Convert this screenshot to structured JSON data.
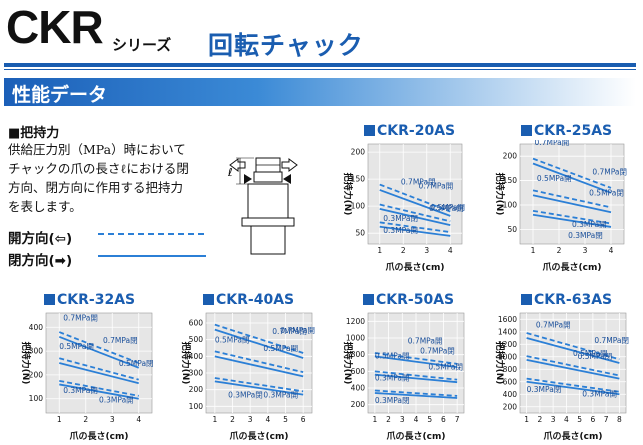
{
  "header": {
    "series_code": "CKR",
    "series_suffix": "シリーズ",
    "product_name": "回転チャック"
  },
  "section_band": {
    "title": "性能データ"
  },
  "grip_force": {
    "heading": "■把持力",
    "description": "供給圧力別（MPa）時において\nチャックの爪の長さℓにおける閉\n方向、閉方向に作用する把持力\nを表します。",
    "diagram_length_symbol": "ℓ",
    "legend_open": "開方向(⇦)",
    "legend_close": "閉方向(➡)"
  },
  "colors": {
    "accent": "#1a5db0",
    "chart_bg": "#e6e6e6",
    "series_line": "#2b7fd6",
    "text": "#111111"
  },
  "chart_data": [
    {
      "type": "line",
      "title": "CKR-20AS",
      "xlabel": "爪の長さ(cm)",
      "ylabel": "把持力(N)",
      "x_ticks": [
        1,
        2,
        3,
        4
      ],
      "y_ticks": [
        50,
        100,
        150,
        200
      ],
      "xlim": [
        0.5,
        4.5
      ],
      "ylim": [
        30,
        215
      ],
      "series": [
        {
          "name": "0.7MPa閉",
          "style": "solid",
          "x": [
            1,
            4
          ],
          "y": [
            130,
            82
          ]
        },
        {
          "name": "0.7MPa開",
          "style": "dashed",
          "x": [
            1,
            4
          ],
          "y": [
            140,
            90
          ]
        },
        {
          "name": "0.5MPa閉",
          "style": "solid",
          "x": [
            1,
            4
          ],
          "y": [
            95,
            65
          ]
        },
        {
          "name": "0.5MPa開",
          "style": "dashed",
          "x": [
            1,
            4
          ],
          "y": [
            103,
            72
          ]
        },
        {
          "name": "0.3MPa閉",
          "style": "solid",
          "x": [
            1,
            4
          ],
          "y": [
            62,
            45
          ]
        },
        {
          "name": "0.3MPa開",
          "style": "dashed",
          "x": [
            1,
            4
          ],
          "y": [
            70,
            52
          ]
        }
      ],
      "annotations": [
        {
          "text": "0.7MPa閉"
        },
        {
          "text": "0.7MPa開"
        },
        {
          "text": "0.5MPa閉"
        },
        {
          "text": "0.5MPa開"
        },
        {
          "text": "0.3MPa閉"
        },
        {
          "text": "0.3MPa開"
        }
      ]
    },
    {
      "type": "line",
      "title": "CKR-25AS",
      "xlabel": "爪の長さ(cm)",
      "ylabel": "把持力(N)",
      "x_ticks": [
        1,
        2,
        3,
        4
      ],
      "y_ticks": [
        50,
        100,
        150,
        200
      ],
      "xlim": [
        0.5,
        4.5
      ],
      "ylim": [
        20,
        225
      ],
      "series": [
        {
          "name": "0.7MPa閉",
          "style": "solid",
          "x": [
            1,
            4
          ],
          "y": [
            185,
            125
          ]
        },
        {
          "name": "0.7MPa開",
          "style": "dashed",
          "x": [
            1,
            4
          ],
          "y": [
            195,
            135
          ]
        },
        {
          "name": "0.5MPa閉",
          "style": "solid",
          "x": [
            1,
            4
          ],
          "y": [
            120,
            85
          ]
        },
        {
          "name": "0.5MPa開",
          "style": "dashed",
          "x": [
            1,
            4
          ],
          "y": [
            130,
            95
          ]
        },
        {
          "name": "0.3MPa閉",
          "style": "solid",
          "x": [
            1,
            4
          ],
          "y": [
            80,
            55
          ]
        },
        {
          "name": "0.3MPa開",
          "style": "dashed",
          "x": [
            1,
            4
          ],
          "y": [
            88,
            62
          ]
        }
      ],
      "annotations": [
        {
          "text": "0.7MPa閉"
        },
        {
          "text": "0.7MPa開"
        },
        {
          "text": "0.5MPa閉"
        },
        {
          "text": "0.5MPa開"
        },
        {
          "text": "0.3MPa開"
        },
        {
          "text": "0.3MPa閉"
        }
      ]
    },
    {
      "type": "line",
      "title": "CKR-32AS",
      "xlabel": "爪の長さ(cm)",
      "ylabel": "把持力(N)",
      "x_ticks": [
        1,
        2,
        3,
        4
      ],
      "y_ticks": [
        100,
        200,
        300,
        400
      ],
      "xlim": [
        0.5,
        4.5
      ],
      "ylim": [
        40,
        460
      ],
      "series": [
        {
          "name": "0.7MPa閉",
          "style": "solid",
          "x": [
            1,
            4
          ],
          "y": [
            360,
            230
          ]
        },
        {
          "name": "0.7MPa開",
          "style": "dashed",
          "x": [
            1,
            4
          ],
          "y": [
            380,
            250
          ]
        },
        {
          "name": "0.5MPa閉",
          "style": "solid",
          "x": [
            1,
            4
          ],
          "y": [
            250,
            165
          ]
        },
        {
          "name": "0.5MPa開",
          "style": "dashed",
          "x": [
            1,
            4
          ],
          "y": [
            270,
            180
          ]
        },
        {
          "name": "0.3MPa閉",
          "style": "solid",
          "x": [
            1,
            4
          ],
          "y": [
            160,
            100
          ]
        },
        {
          "name": "0.3MPa開",
          "style": "dashed",
          "x": [
            1,
            4
          ],
          "y": [
            175,
            112
          ]
        }
      ],
      "annotations": [
        {
          "text": "0.7MPa開"
        },
        {
          "text": "0.7MPa閉"
        },
        {
          "text": "0.5MPa閉"
        },
        {
          "text": "0.5MPa開"
        },
        {
          "text": "0.3MPa閉"
        },
        {
          "text": "0.3MPa開"
        }
      ]
    },
    {
      "type": "line",
      "title": "CKR-40AS",
      "xlabel": "爪の長さ(cm)",
      "ylabel": "把持力(N)",
      "x_ticks": [
        1,
        2,
        3,
        4,
        5,
        6
      ],
      "y_ticks": [
        100,
        200,
        300,
        400,
        500,
        600
      ],
      "xlim": [
        0.5,
        6.5
      ],
      "ylim": [
        60,
        660
      ],
      "series": [
        {
          "name": "0.7MPa閉",
          "style": "solid",
          "x": [
            1,
            6
          ],
          "y": [
            560,
            390
          ]
        },
        {
          "name": "0.7MPa開",
          "style": "dashed",
          "x": [
            1,
            6
          ],
          "y": [
            590,
            420
          ]
        },
        {
          "name": "0.5MPa閉",
          "style": "solid",
          "x": [
            1,
            6
          ],
          "y": [
            400,
            280
          ]
        },
        {
          "name": "0.5MPa開",
          "style": "dashed",
          "x": [
            1,
            6
          ],
          "y": [
            430,
            305
          ]
        },
        {
          "name": "0.3MPa閉",
          "style": "solid",
          "x": [
            1,
            6
          ],
          "y": [
            250,
            170
          ]
        },
        {
          "name": "0.3MPa開",
          "style": "dashed",
          "x": [
            1,
            6
          ],
          "y": [
            270,
            190
          ]
        }
      ],
      "annotations": [
        {
          "text": "0.7MPa開"
        },
        {
          "text": "0.7MPa閉"
        },
        {
          "text": "0.5MPa開"
        },
        {
          "text": "0.5MPa閉"
        },
        {
          "text": "0.3MPa開"
        },
        {
          "text": "0.3MPa閉"
        }
      ]
    },
    {
      "type": "line",
      "title": "CKR-50AS",
      "xlabel": "爪の長さ(cm)",
      "ylabel": "把持力(N)",
      "x_ticks": [
        1,
        2,
        3,
        4,
        5,
        6,
        7
      ],
      "y_ticks": [
        200,
        400,
        600,
        800,
        1000,
        1200
      ],
      "xlim": [
        0.5,
        7.5
      ],
      "ylim": [
        100,
        1300
      ],
      "series": [
        {
          "name": "0.7MPa閉",
          "style": "solid",
          "x": [
            1,
            7
          ],
          "y": [
            780,
            650
          ]
        },
        {
          "name": "0.7MPa開",
          "style": "dashed",
          "x": [
            1,
            7
          ],
          "y": [
            820,
            690
          ]
        },
        {
          "name": "0.5MPa閉",
          "style": "solid",
          "x": [
            1,
            7
          ],
          "y": [
            560,
            470
          ]
        },
        {
          "name": "0.5MPa開",
          "style": "dashed",
          "x": [
            1,
            7
          ],
          "y": [
            600,
            500
          ]
        },
        {
          "name": "0.3MPa閉",
          "style": "solid",
          "x": [
            1,
            7
          ],
          "y": [
            340,
            280
          ]
        },
        {
          "name": "0.3MPa開",
          "style": "dashed",
          "x": [
            1,
            7
          ],
          "y": [
            370,
            305
          ]
        }
      ],
      "annotations": [
        {
          "text": "0.7MPa開"
        },
        {
          "text": "0.7MPa閉"
        },
        {
          "text": "0.5MPa閉"
        },
        {
          "text": "0.5MPa開"
        },
        {
          "text": "0.3MPa開"
        },
        {
          "text": "0.3MPa閉"
        }
      ]
    },
    {
      "type": "line",
      "title": "CKR-63AS",
      "xlabel": "爪の長さ(cm)",
      "ylabel": "把持力(N)",
      "x_ticks": [
        1,
        2,
        3,
        4,
        5,
        6,
        7,
        8
      ],
      "y_ticks": [
        200,
        400,
        600,
        800,
        1000,
        1200,
        1400,
        1600
      ],
      "xlim": [
        0.5,
        8.5
      ],
      "ylim": [
        100,
        1700
      ],
      "series": [
        {
          "name": "0.7MPa閉",
          "style": "solid",
          "x": [
            1,
            8
          ],
          "y": [
            1300,
            900
          ]
        },
        {
          "name": "0.7MPa開",
          "style": "dashed",
          "x": [
            1,
            8
          ],
          "y": [
            1380,
            960
          ]
        },
        {
          "name": "0.5MPa閉",
          "style": "solid",
          "x": [
            1,
            8
          ],
          "y": [
            950,
            650
          ]
        },
        {
          "name": "0.5MPa開",
          "style": "dashed",
          "x": [
            1,
            8
          ],
          "y": [
            1010,
            700
          ]
        },
        {
          "name": "0.3MPa閉",
          "style": "solid",
          "x": [
            1,
            8
          ],
          "y": [
            600,
            400
          ]
        },
        {
          "name": "0.3MPa開",
          "style": "dashed",
          "x": [
            1,
            8
          ],
          "y": [
            650,
            440
          ]
        }
      ],
      "annotations": [
        {
          "text": "0.7MPa閉"
        },
        {
          "text": "0.7MPa開"
        },
        {
          "text": "0.5MPa閉"
        },
        {
          "text": "0.5MPa開"
        },
        {
          "text": "0.3MPa開"
        },
        {
          "text": "0.3MPa閉"
        }
      ]
    }
  ]
}
